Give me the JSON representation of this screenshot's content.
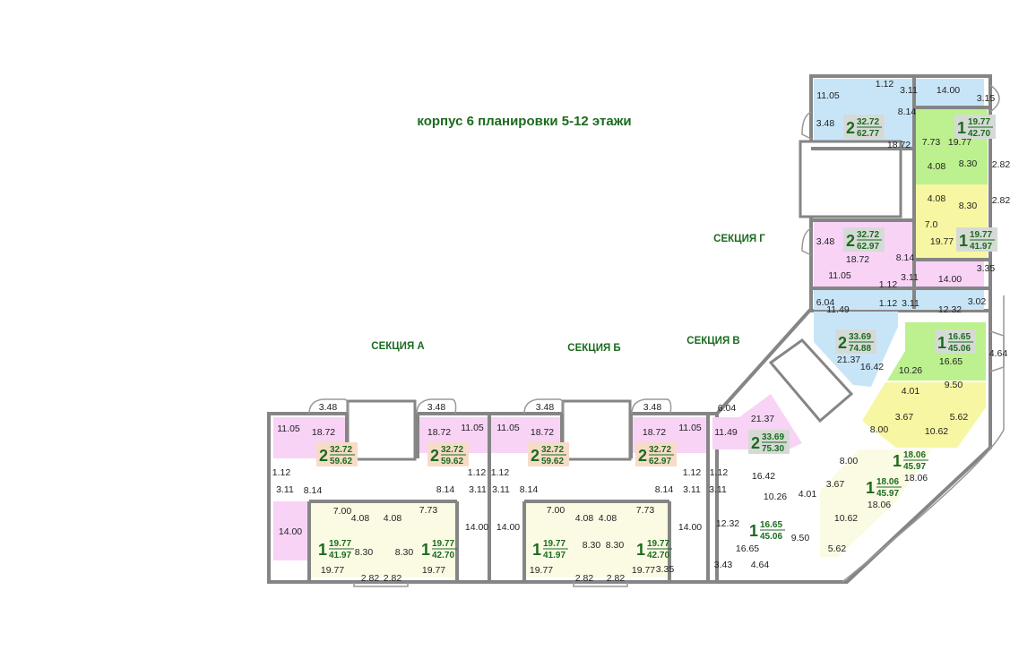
{
  "title": "корпус 6 планировки 5-12 этажи",
  "sections": [
    "СЕКЦИЯ А",
    "СЕКЦИЯ Б",
    "СЕКЦИЯ В",
    "СЕКЦИЯ Г"
  ],
  "colors": {
    "pink": "#f8d3f6",
    "blue": "#c8e5f8",
    "green": "#bdf08e",
    "yellow": "#f7f6a2",
    "cream": "#fbfbe4",
    "label_green": "#1b6b1f",
    "walls": "#858585"
  },
  "apartments": [
    {
      "rooms": "2",
      "living": "32.72",
      "total": "59.62"
    },
    {
      "rooms": "2",
      "living": "32.72",
      "total": "59.62"
    },
    {
      "rooms": "1",
      "living": "19.77",
      "total": "41.97"
    },
    {
      "rooms": "1",
      "living": "19.77",
      "total": "42.70"
    },
    {
      "rooms": "2",
      "living": "32.72",
      "total": "59.62"
    },
    {
      "rooms": "2",
      "living": "32.72",
      "total": "62.97"
    },
    {
      "rooms": "1",
      "living": "19.77",
      "total": "41.97"
    },
    {
      "rooms": "1",
      "living": "19.77",
      "total": "42.70"
    },
    {
      "rooms": "2",
      "living": "33.69",
      "total": "75.30"
    },
    {
      "rooms": "1",
      "living": "16.65",
      "total": "45.06"
    },
    {
      "rooms": "1",
      "living": "18.06",
      "total": "45.97"
    },
    {
      "rooms": "1",
      "living": "18.06",
      "total": "45.97"
    },
    {
      "rooms": "2",
      "living": "33.69",
      "total": "74.88"
    },
    {
      "rooms": "1",
      "living": "16.65",
      "total": "45.06"
    },
    {
      "rooms": "2",
      "living": "32.72",
      "total": "62.77"
    },
    {
      "rooms": "1",
      "living": "19.77",
      "total": "42.70"
    },
    {
      "rooms": "1",
      "living": "19.77",
      "total": "41.97"
    },
    {
      "rooms": "2",
      "living": "32.72",
      "total": "62.97"
    }
  ],
  "areas": [
    "3.48",
    "11.05",
    "18.72",
    "1.12",
    "3.11",
    "8.14",
    "7.00",
    "4.08",
    "4.08",
    "7.73",
    "14.00",
    "8.30",
    "8.30",
    "19.77",
    "19.77",
    "2.82",
    "2.82",
    "3.48",
    "18.72",
    "11.05",
    "8.14",
    "1.12",
    "3.11",
    "14.00",
    "11.05",
    "1.12",
    "3.11",
    "14.00",
    "3.48",
    "18.72",
    "8.14",
    "7.00",
    "4.08",
    "4.08",
    "7.73",
    "8.30",
    "8.30",
    "19.77",
    "19.77",
    "2.82",
    "2.82",
    "3.48",
    "18.72",
    "11.05",
    "8.14",
    "1.12",
    "3.11",
    "14.00",
    "3.35",
    "6.04",
    "11.49",
    "21.37",
    "1.12",
    "3.11",
    "16.42",
    "10.26",
    "12.32",
    "16.65",
    "9.50",
    "3.43",
    "4.64",
    "4.01",
    "3.67",
    "10.62",
    "5.62",
    "8.00",
    "18.06",
    "8.00",
    "18.06",
    "3.67",
    "10.62",
    "5.62",
    "4.01",
    "10.26",
    "9.50",
    "16.65",
    "4.64",
    "21.37",
    "16.42",
    "6.04",
    "11.05",
    "1.12",
    "3.11",
    "14.00",
    "3.15",
    "3.48",
    "8.14",
    "18.72",
    "7.73",
    "19.77",
    "4.08",
    "8.30",
    "2.82",
    "4.08",
    "8.30",
    "2.82",
    "7.0",
    "19.77",
    "3.48",
    "18.72",
    "8.14",
    "11.05",
    "1.12",
    "3.11",
    "14.00",
    "3.35",
    "11.49",
    "1.12",
    "3.11",
    "12.32",
    "3.02"
  ]
}
